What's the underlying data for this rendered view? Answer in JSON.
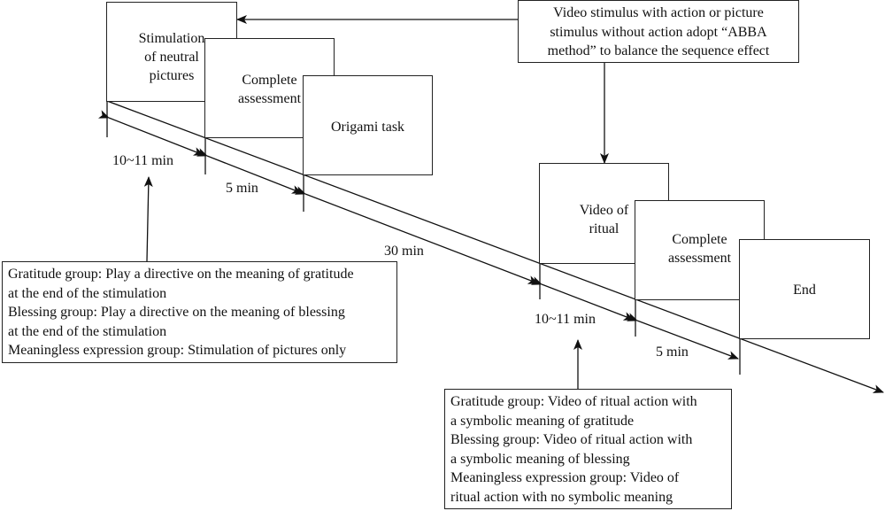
{
  "stages": {
    "stimulation": "Stimulation of neutral pictures",
    "assessment_1": "Complete assessment",
    "origami": "Origami task",
    "video_ritual": "Video of ritual",
    "assessment_2": "Complete assessment",
    "end": "End"
  },
  "stage_lines": {
    "stimulation": [
      "Stimulation",
      "of neutral",
      "pictures"
    ],
    "assessment_1": [
      "Complete",
      "assessment"
    ],
    "origami": [
      "Origami task"
    ],
    "video_ritual": [
      "Video of",
      "ritual"
    ],
    "assessment_2": [
      "Complete",
      "assessment"
    ],
    "end": [
      "End"
    ]
  },
  "durations": {
    "stimulation": "10~11 min",
    "assessment_1": "5 min",
    "origami": "30 min",
    "video_ritual": "10~11 min",
    "assessment_2": "5 min"
  },
  "notes": {
    "abba": [
      "Video stimulus with action or picture",
      "stimulus without action adopt “ABBA",
      "method” to balance the sequence effect"
    ],
    "stimulation_groups": [
      "Gratitude group: Play a directive on the meaning of gratitude",
      "at the end of the stimulation",
      "Blessing group: Play a directive on the meaning of blessing",
      "at the end of the stimulation",
      "Meaningless expression group: Stimulation of pictures only"
    ],
    "ritual_groups": [
      "Gratitude group: Video of ritual action with",
      "a symbolic meaning of gratitude",
      "Blessing group: Video of ritual action with",
      "a symbolic meaning of blessing",
      "Meaningless expression group: Video of",
      "ritual action with no symbolic meaning"
    ]
  }
}
